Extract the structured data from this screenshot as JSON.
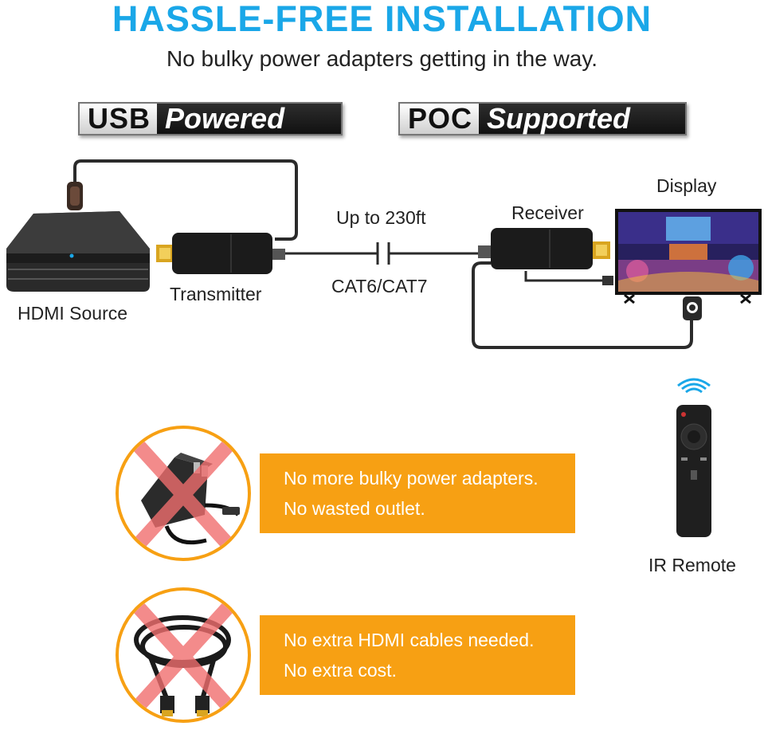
{
  "heading": {
    "title": "HASSLE-FREE INSTALLATION",
    "subtitle": "No bulky power adapters getting in the way."
  },
  "badges": {
    "usb": {
      "left": "USB",
      "right": "Powered"
    },
    "poc": {
      "left": "POC",
      "right": "Supported"
    }
  },
  "diagram": {
    "source_label": "HDMI Source",
    "transmitter_label": "Transmitter",
    "distance_label": "Up to 230ft",
    "cable_label": "CAT6/CAT7",
    "receiver_label": "Receiver",
    "display_label": "Display",
    "remote_label": "IR Remote"
  },
  "features": [
    {
      "line1": "No more bulky power adapters.",
      "line2": "No wasted outlet."
    },
    {
      "line1": "No extra HDMI cables needed.",
      "line2": "No extra cost."
    }
  ],
  "colors": {
    "title": "#1aa7e8",
    "accent_orange": "#f7a013",
    "cross_red": "#f06f6f"
  }
}
